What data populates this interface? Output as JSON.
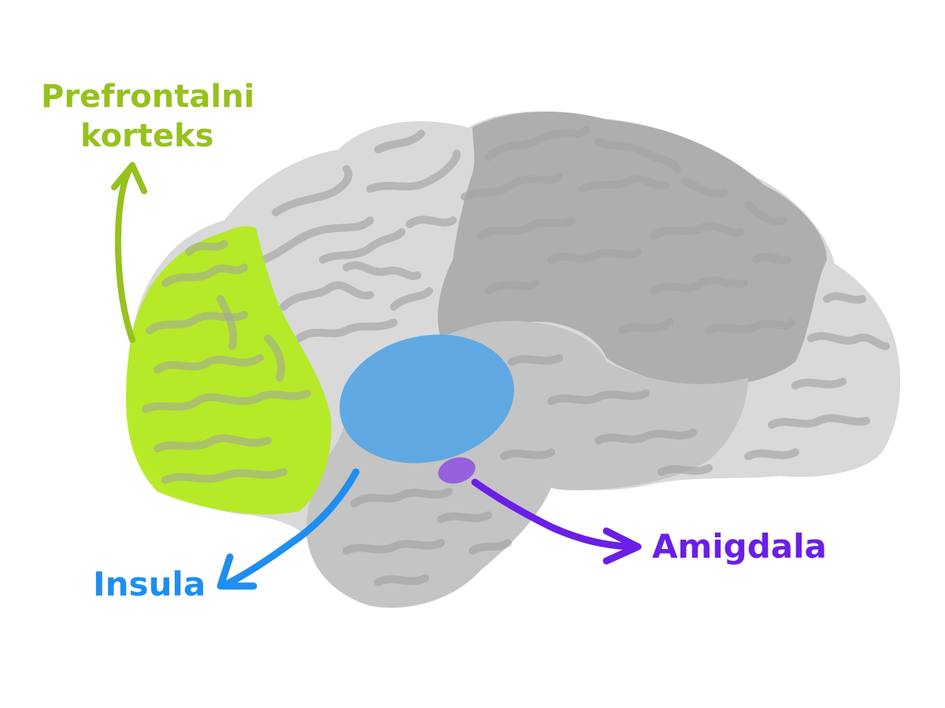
{
  "labels": {
    "prefrontal": {
      "line1": "Prefrontalni",
      "line2": "korteks"
    },
    "insula": "Insula",
    "amygdala": "Amigdala"
  },
  "colors": {
    "background": "#ffffff",
    "brain_light": "#d9d9d9",
    "brain_mid": "#c4c4c4",
    "brain_dark": "#aeaeae",
    "gyri_stroke": "#a3a3a3",
    "prefrontal": "#b4ea1f",
    "prefrontal_label": "#97c11f",
    "insula": "#5aa6e3",
    "insula_label": "#1e8ef0",
    "amygdala": "#9561dc",
    "amygdala_label": "#6a1fe8"
  },
  "icons": {
    "prefrontal_arrow": "arrow-up",
    "insula_arrow": "arrow-down-left",
    "amygdala_arrow": "arrow-right"
  }
}
